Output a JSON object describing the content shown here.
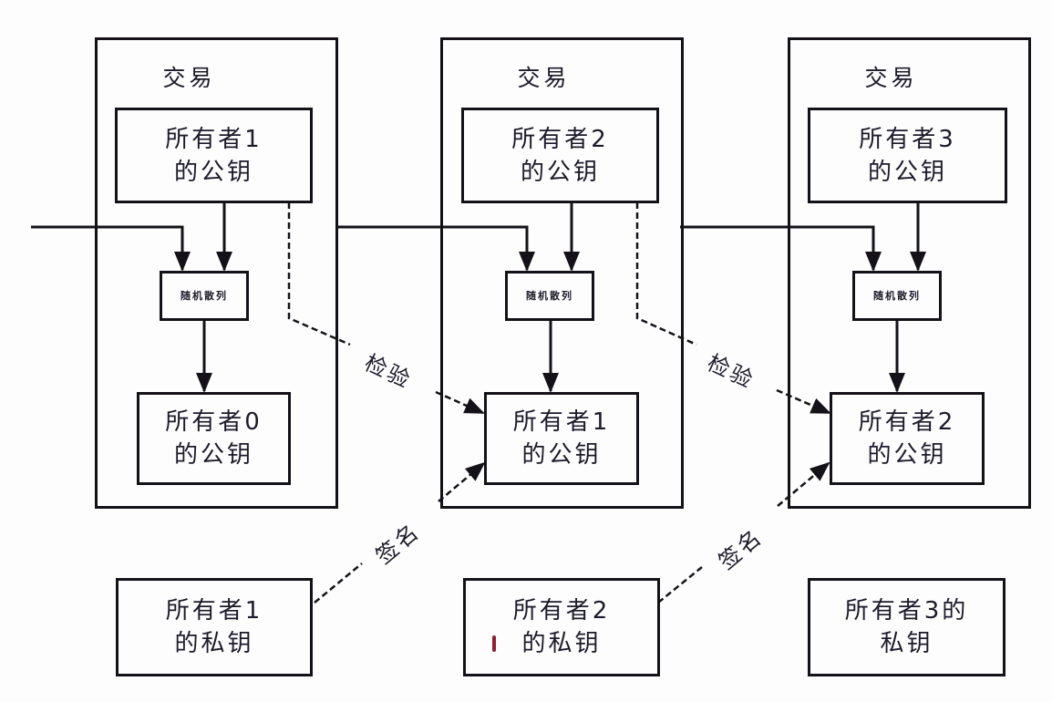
{
  "diagram": {
    "title": "Bitcoin transaction chain: ownership transfer via signature and verification",
    "transactions": [
      {
        "title": "交易",
        "current_owner_pubkey": "所有者1\n的公钥",
        "hash_box": "随机散列",
        "previous_owner_pubkey": "所有者0\n的公钥"
      },
      {
        "title": "交易",
        "current_owner_pubkey": "所有者2\n的公钥",
        "hash_box": "随机散列",
        "previous_owner_pubkey": "所有者1\n的公钥"
      },
      {
        "title": "交易",
        "current_owner_pubkey": "所有者3\n的公钥",
        "hash_box": "随机散列",
        "previous_owner_pubkey": "所有者2\n的公钥"
      }
    ],
    "private_keys": [
      "所有者1\n的私钥",
      "所有者2\n的私钥",
      "所有者3的\n私钥"
    ],
    "edge_labels": {
      "verify": "检验",
      "sign": "签名"
    },
    "edges": [
      {
        "from": "external-input",
        "to": "tx1-hash",
        "style": "solid"
      },
      {
        "from": "tx1-pubkey-owner1",
        "to": "tx1-hash",
        "style": "solid"
      },
      {
        "from": "tx1-hash",
        "to": "tx1-pubkey-owner0",
        "style": "solid"
      },
      {
        "from": "tx1",
        "to": "tx2-hash",
        "style": "solid"
      },
      {
        "from": "tx2-pubkey-owner2",
        "to": "tx2-hash",
        "style": "solid"
      },
      {
        "from": "tx2-hash",
        "to": "tx2-pubkey-owner1",
        "style": "solid"
      },
      {
        "from": "tx2",
        "to": "tx3-hash",
        "style": "solid"
      },
      {
        "from": "tx3-pubkey-owner3",
        "to": "tx3-hash",
        "style": "solid"
      },
      {
        "from": "tx3-hash",
        "to": "tx3-pubkey-owner2",
        "style": "solid"
      },
      {
        "from": "tx1-pubkey-owner1",
        "to": "tx2-pubkey-owner1",
        "style": "dashed",
        "label": "检验"
      },
      {
        "from": "privkey-owner1",
        "to": "tx2-pubkey-owner1",
        "style": "dashed",
        "label": "签名"
      },
      {
        "from": "tx2-pubkey-owner2",
        "to": "tx3-pubkey-owner2",
        "style": "dashed",
        "label": "检验"
      },
      {
        "from": "privkey-owner2",
        "to": "tx3-pubkey-owner2",
        "style": "dashed",
        "label": "签名"
      }
    ],
    "colors": {
      "line": "#141218",
      "text": "#1d1a2a",
      "background": "#fdfdfe",
      "artifact": "#8a2030"
    }
  }
}
